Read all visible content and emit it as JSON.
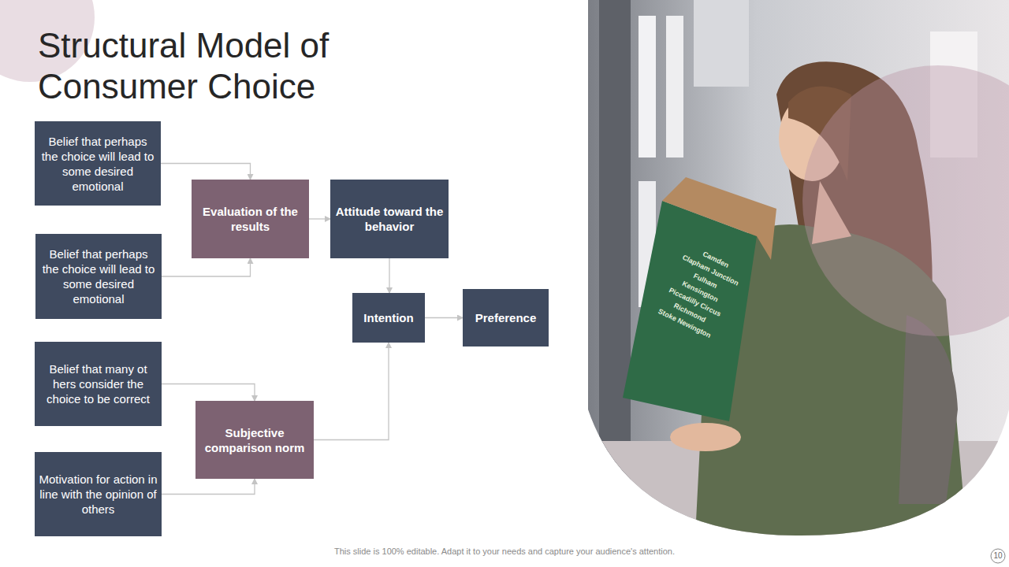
{
  "diagram": {
    "title": "Structural Model of Consumer Choice",
    "nodes": [
      {
        "text": [
          "Belief that perhaps the choice will lead to some desired emotional"
        ]
      },
      {
        "text": [
          "Evaluation of the results"
        ]
      },
      {
        "text": [
          "Attitude toward the behavior"
        ]
      },
      {
        "text": [
          "Belief that perhaps the choice will lead to some desired emotional"
        ]
      },
      {
        "text": [
          "Intention"
        ]
      },
      {
        "text": [
          "Preference"
        ]
      },
      {
        "text": [
          "Belief that many ot hers consider the choice to be correct"
        ]
      },
      {
        "text": [
          "Subjective comparison norm"
        ]
      },
      {
        "text": [
          "Motivation for action in line with the opinion of others"
        ]
      }
    ],
    "edges": [
      {
        "from": 0,
        "to": 1,
        "arrow": "to"
      },
      {
        "from": 3,
        "to": 1,
        "arrow": "to"
      },
      {
        "from": 1,
        "to": 2,
        "arrow": "to"
      },
      {
        "from": 2,
        "to": 4,
        "arrow": "to"
      },
      {
        "from": 4,
        "to": 5,
        "arrow": "to"
      },
      {
        "from": 6,
        "to": 7,
        "arrow": "to"
      },
      {
        "from": 8,
        "to": 7,
        "arrow": "to"
      },
      {
        "from": 7,
        "to": 4,
        "arrow": "to"
      }
    ],
    "labels": [
      "Camden",
      "Clapham Junction",
      "Fulham",
      "Kensington",
      "Piccadilly Circus",
      "Richmond",
      "Stoke Newington",
      "This slide is 100% editable. Adapt it to your needs and capture your audience's attention.",
      "10"
    ]
  }
}
